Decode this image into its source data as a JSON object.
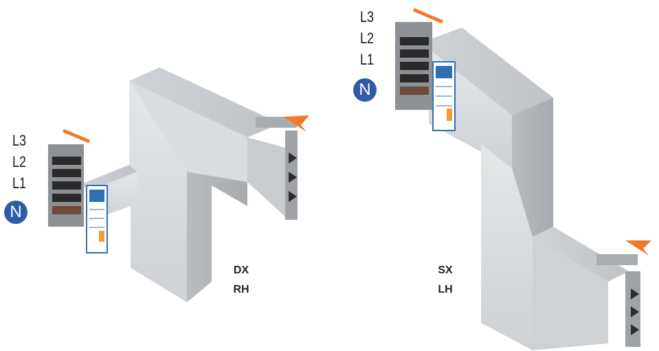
{
  "right_hand_variant": {
    "phases": [
      "L3",
      "L2",
      "L1"
    ],
    "neutral": "N",
    "code": "DX",
    "hand": "RH"
  },
  "left_hand_variant": {
    "phases": [
      "L3",
      "L2",
      "L1"
    ],
    "neutral": "N",
    "code": "SX",
    "hand": "LH"
  },
  "colors": {
    "neutral_badge": "#2e5aa6",
    "orange_marker": "#f07a2a",
    "housing": "#d6d9dc",
    "label_blue": "#2f6fb6"
  }
}
